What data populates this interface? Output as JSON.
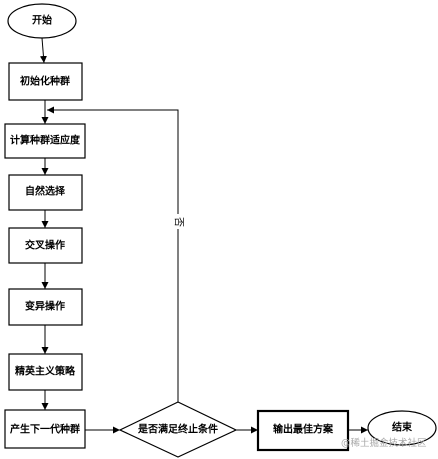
{
  "nodes": {
    "start": "开始",
    "init_population": "初始化种群",
    "compute_fitness": "计算种群适应度",
    "natural_selection": "自然选择",
    "crossover": "交叉操作",
    "mutation": "变异操作",
    "elitism": "精英主义策略",
    "next_generation": "产生下一代种群",
    "termination_check": "是否满足终止条件",
    "output_best": "输出最佳方案",
    "end": "结束"
  },
  "edges": {
    "loop_no_label": "否"
  },
  "watermark": "@稀土掘金技术社区",
  "colors": {
    "stroke": "#000000",
    "fill": "#ffffff",
    "watermark": "#a8a8a8"
  }
}
